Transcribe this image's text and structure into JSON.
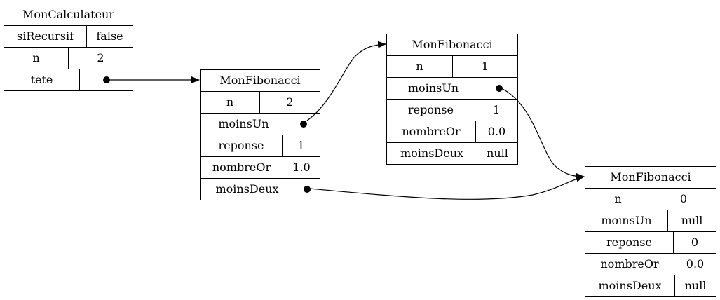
{
  "colors": {
    "stroke": "#000000",
    "background": "#ffffff"
  },
  "calc": {
    "title": "MonCalculateur",
    "rows": [
      {
        "key": "siRecursif",
        "value": "false"
      },
      {
        "key": "n",
        "value": "2"
      },
      {
        "key": "tete",
        "value": ""
      }
    ]
  },
  "fib_a": {
    "title": "MonFibonacci",
    "rows": [
      {
        "key": "n",
        "value": "2"
      },
      {
        "key": "moinsUn",
        "value": ""
      },
      {
        "key": "reponse",
        "value": "1"
      },
      {
        "key": "nombreOr",
        "value": "1.0"
      },
      {
        "key": "moinsDeux",
        "value": ""
      }
    ]
  },
  "fib_b": {
    "title": "MonFibonacci",
    "rows": [
      {
        "key": "n",
        "value": "1"
      },
      {
        "key": "moinsUn",
        "value": ""
      },
      {
        "key": "reponse",
        "value": "1"
      },
      {
        "key": "nombreOr",
        "value": "0.0"
      },
      {
        "key": "moinsDeux",
        "value": "null"
      }
    ]
  },
  "fib_c": {
    "title": "MonFibonacci",
    "rows": [
      {
        "key": "n",
        "value": "0"
      },
      {
        "key": "moinsUn",
        "value": "null"
      },
      {
        "key": "reponse",
        "value": "0"
      },
      {
        "key": "nombreOr",
        "value": "0.0"
      },
      {
        "key": "moinsDeux",
        "value": "null"
      }
    ]
  },
  "edges": [
    {
      "from": "calc.tete",
      "to": "fib_a"
    },
    {
      "from": "fib_a.moinsUn",
      "to": "fib_b"
    },
    {
      "from": "fib_a.moinsDeux",
      "to": "fib_c"
    },
    {
      "from": "fib_b.moinsUn",
      "to": "fib_c"
    }
  ]
}
